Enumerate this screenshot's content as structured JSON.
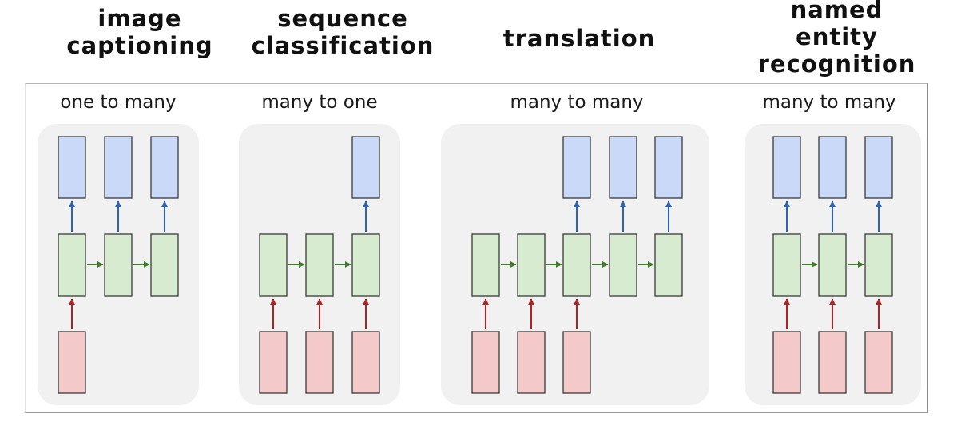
{
  "titles": {
    "image_captioning": "image captioning",
    "sequence_classification": "sequence classification",
    "translation": "translation",
    "named_entity_recognition": "named entity recognition"
  },
  "modes": {
    "one_to_many": "one to many",
    "many_to_one": "many to one",
    "many_to_many_translation": "many to many",
    "many_to_many_ner": "many to many"
  },
  "colors": {
    "output_box": "#c9d9f7",
    "hidden_box": "#d6ebd0",
    "input_box": "#f4c9ca",
    "output_arrow": "#2962b8",
    "recurrent_arrow": "#3e7a2a",
    "input_arrow": "#b22222",
    "panel_background": "#f1f1f1",
    "box_border": "#3a3a3a"
  }
}
